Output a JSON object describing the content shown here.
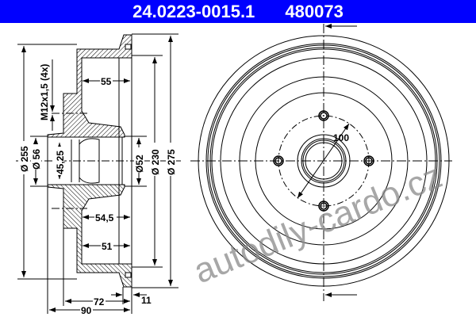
{
  "header": {
    "part_number": "24.0223-0015.1",
    "reference_number": "480073",
    "background_color": "#0000ff"
  },
  "side_view": {
    "dimensions": {
      "d255": "Ø 255",
      "d56": "Ø 56",
      "thread": "M12x1,5 (4x)",
      "d45": "45,25",
      "d52": "Ø52",
      "d230": "Ø 230",
      "d275": "Ø 275",
      "l55": "55",
      "l54": "54,5",
      "l51": "51",
      "l72": "72",
      "l90": "90",
      "l11": "11"
    }
  },
  "front_view": {
    "bolt_circle": "100"
  },
  "watermark": "autodily-cardo.cz"
}
